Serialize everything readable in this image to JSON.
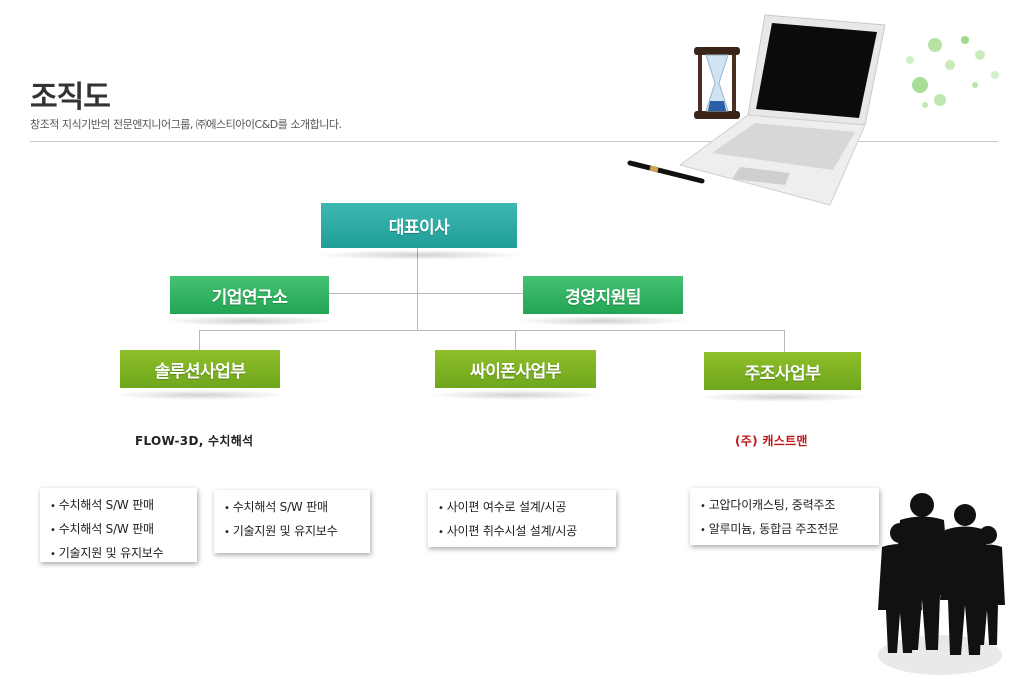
{
  "header": {
    "title": "조직도",
    "subtitle": "창조적 지식기반의 전문엔지니어그룹, ㈜에스티아이C&D를 소개합니다."
  },
  "org": {
    "ceo": "대표이사",
    "research": "기업연구소",
    "management": "경영지원팀",
    "solution": "솔루션사업부",
    "siphon": "싸이폰사업부",
    "casting": "주조사업부"
  },
  "notes": {
    "solution": "FLOW-3D, 수치해석",
    "casting": "(주) 캐스트맨"
  },
  "cards": {
    "solution_a": [
      "수치해석 S/W 판매",
      "수치해석 S/W 판매",
      "기술지원 및 유지보수"
    ],
    "solution_b": [
      "수치해석 S/W 판매",
      "기술지원 및 유지보수"
    ],
    "siphon": [
      "사이편 여수로 설계/시공",
      "사이편 취수시설 설계/시공"
    ],
    "casting": [
      "고압다이캐스팅, 중력주조",
      "알루미늄, 동합금 주조전문"
    ]
  },
  "colors": {
    "teal": "#2aa8a2",
    "green": "#2db35e",
    "olive": "#7cb021",
    "casting_note": "#c0161b"
  }
}
